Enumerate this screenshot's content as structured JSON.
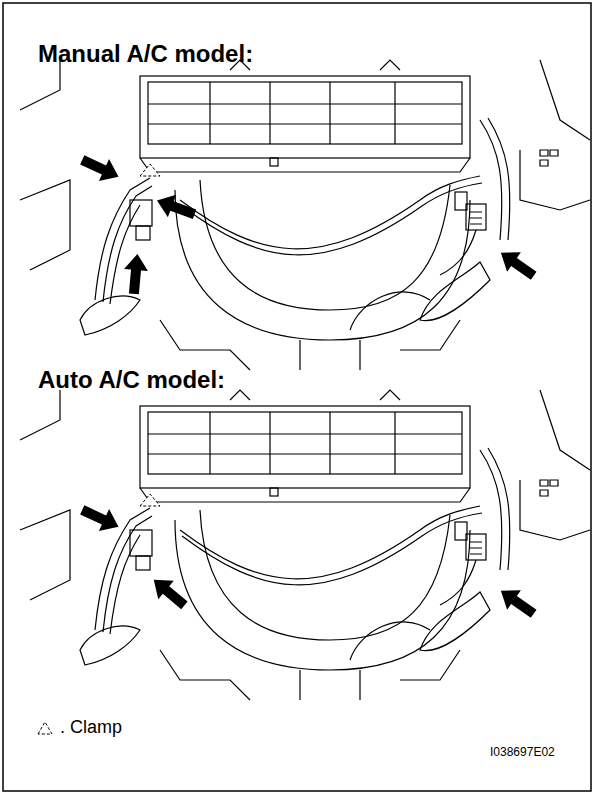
{
  "diagram": {
    "labels": [
      "Manual A/C model:",
      "Auto A/C model:",
      "I038697E02"
    ],
    "legend": [
      {
        "text": ". Clamp"
      }
    ]
  }
}
